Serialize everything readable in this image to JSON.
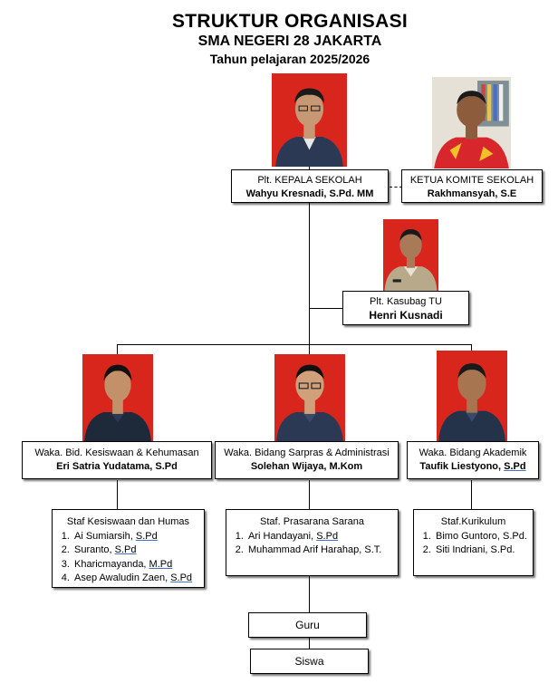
{
  "header": {
    "title": "STRUKTUR ORGANISASI",
    "school": "SMA NEGERI 28 JAKARTA",
    "year": "Tahun pelajaran 2025/2026"
  },
  "colors": {
    "photo_bg": "#d9261c",
    "uniform": "#2b3954",
    "khaki": "#b8a98a",
    "skin": "#c69873"
  },
  "principal": {
    "role": "Plt. KEPALA SEKOLAH",
    "name": "Wahyu Kresnadi, S.Pd. MM"
  },
  "committee": {
    "role": "KETUA KOMITE SEKOLAH",
    "name": "Rakhmansyah, S.E"
  },
  "admin": {
    "role": "Plt. Kasubag TU",
    "name": "Henri Kusnadi"
  },
  "vice": [
    {
      "role": "Waka. Bid. Kesiswaan & Kehumasan",
      "name": "Eri Satria Yudatama, S.Pd"
    },
    {
      "role": "Waka. Bidang Sarpras & Administrasi",
      "name": "Solehan Wijaya, M.Kom"
    },
    {
      "role": "Waka. Bidang Akademik",
      "name_main": "Taufik Liestyono, ",
      "name_deg": "S.Pd"
    }
  ],
  "staff": {
    "kesiswaan": {
      "title": "Staf Kesiswaan dan Humas",
      "items": [
        {
          "name": "Ai Sumiarsih, ",
          "degree": "S.Pd"
        },
        {
          "name": "Suranto, ",
          "degree": "S.Pd"
        },
        {
          "name": "Kharicmayanda, ",
          "degree": "M.Pd"
        },
        {
          "name": "Asep Awaludin Zaen, ",
          "degree": "S.Pd"
        }
      ]
    },
    "sarana": {
      "title": "Staf. Prasarana Sarana",
      "items": [
        {
          "name": "Ari Handayani, ",
          "degree": "S.Pd"
        },
        {
          "name": "Muhammad Arif Harahap, S.T.",
          "degree": ""
        }
      ]
    },
    "kurikulum": {
      "title": "Staf.Kurikulum",
      "items": [
        {
          "name": "Bimo Guntoro, S.Pd.",
          "degree": ""
        },
        {
          "name": "Siti Indriani, S.Pd.",
          "degree": ""
        }
      ]
    }
  },
  "guru": "Guru",
  "siswa": "Siswa"
}
